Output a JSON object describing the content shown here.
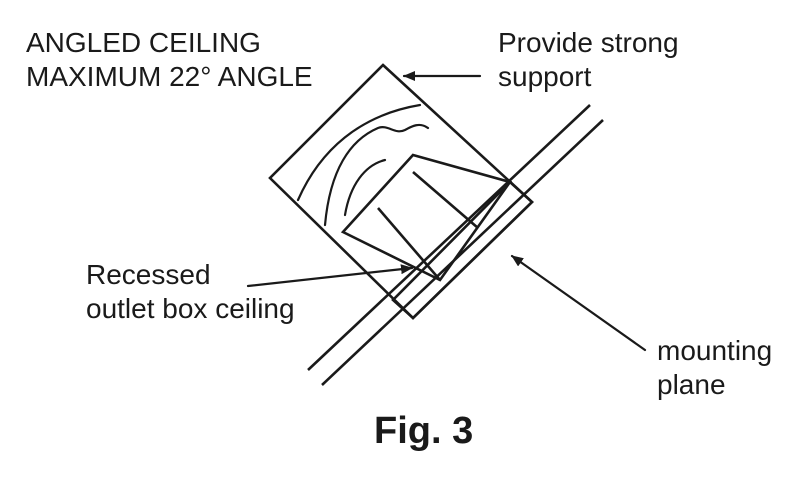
{
  "labels": {
    "angled_ceiling": [
      "ANGLED CEILING",
      "MAXIMUM 22° ANGLE"
    ],
    "strong_support": [
      "Provide strong",
      "support"
    ],
    "outlet_box": [
      "Recessed",
      "outlet box ceiling"
    ],
    "mounting_plane": [
      "mounting",
      "plane"
    ]
  },
  "figure_caption": "Fig. 3",
  "colors": {
    "stroke": "#1a1a1a",
    "background": "#ffffff"
  }
}
